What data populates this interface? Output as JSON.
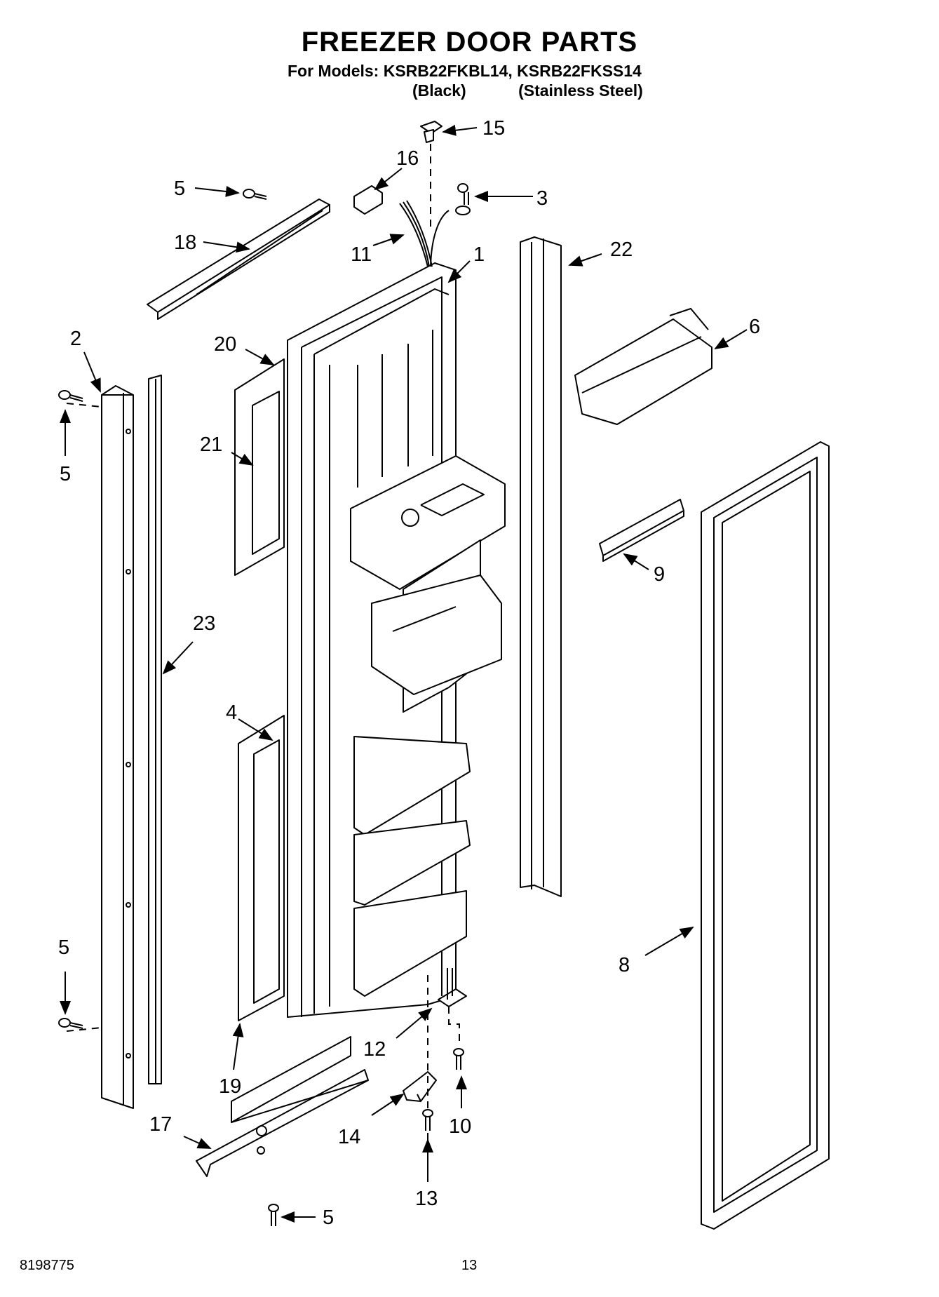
{
  "document": {
    "title": "FREEZER DOOR PARTS",
    "models_line": "For Models: KSRB22FKBL14, KSRB22FKSS14",
    "variant_black": "(Black)",
    "variant_stainless": "(Stainless Steel)",
    "doc_number": "8198775",
    "page_number": "13"
  },
  "callouts": [
    "15",
    "16",
    "3",
    "5",
    "18",
    "11",
    "1",
    "22",
    "2",
    "20",
    "6",
    "5",
    "21",
    "9",
    "23",
    "4",
    "5",
    "8",
    "12",
    "19",
    "10",
    "17",
    "14",
    "5",
    "13"
  ]
}
